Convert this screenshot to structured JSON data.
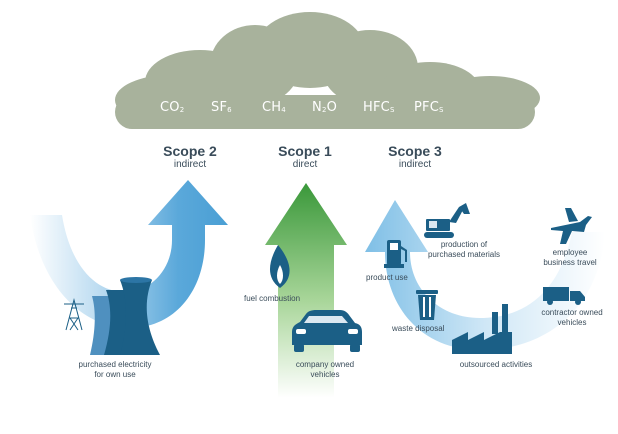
{
  "colors": {
    "cloud": "#a8b29c",
    "dark_blue": "#1b5f86",
    "mid_blue": "#4a9fd4",
    "light_blue": "#a9d3ee",
    "green": "#2f8f2f",
    "light_green": "#8cc87a",
    "text": "#3a4c5a"
  },
  "gases": [
    {
      "base": "CO",
      "sub": "2"
    },
    {
      "base": "SF",
      "sub": "6"
    },
    {
      "base": "CH",
      "sub": "4"
    },
    {
      "base": "N",
      "sub": "2",
      "tail": "O"
    },
    {
      "base": "HFC",
      "sub": "S"
    },
    {
      "base": "PFC",
      "sub": "S"
    }
  ],
  "scopes": {
    "scope2": {
      "title": "Scope 2",
      "subtitle": "indirect"
    },
    "scope1": {
      "title": "Scope 1",
      "subtitle": "direct"
    },
    "scope3": {
      "title": "Scope 3",
      "subtitle": "indirect"
    }
  },
  "labels": {
    "purchased_electricity": "purchased electricity",
    "purchased_electricity_2": "for own use",
    "fuel_combustion": "fuel combustion",
    "company_vehicles": "company owned",
    "company_vehicles_2": "vehicles",
    "product_use": "product use",
    "production": "production of",
    "production_2": "purchased materials",
    "waste_disposal": "waste disposal",
    "outsourced": "outsourced activities",
    "employee_travel": "employee",
    "employee_travel_2": "business travel",
    "contractor_vehicles": "contractor owned",
    "contractor_vehicles_2": "vehicles"
  },
  "icons": [
    "power-pylon-icon",
    "cooling-tower-icon",
    "flame-icon",
    "car-icon",
    "fuel-pump-icon",
    "excavator-icon",
    "trash-bin-icon",
    "factory-icon",
    "airplane-icon",
    "truck-icon"
  ]
}
